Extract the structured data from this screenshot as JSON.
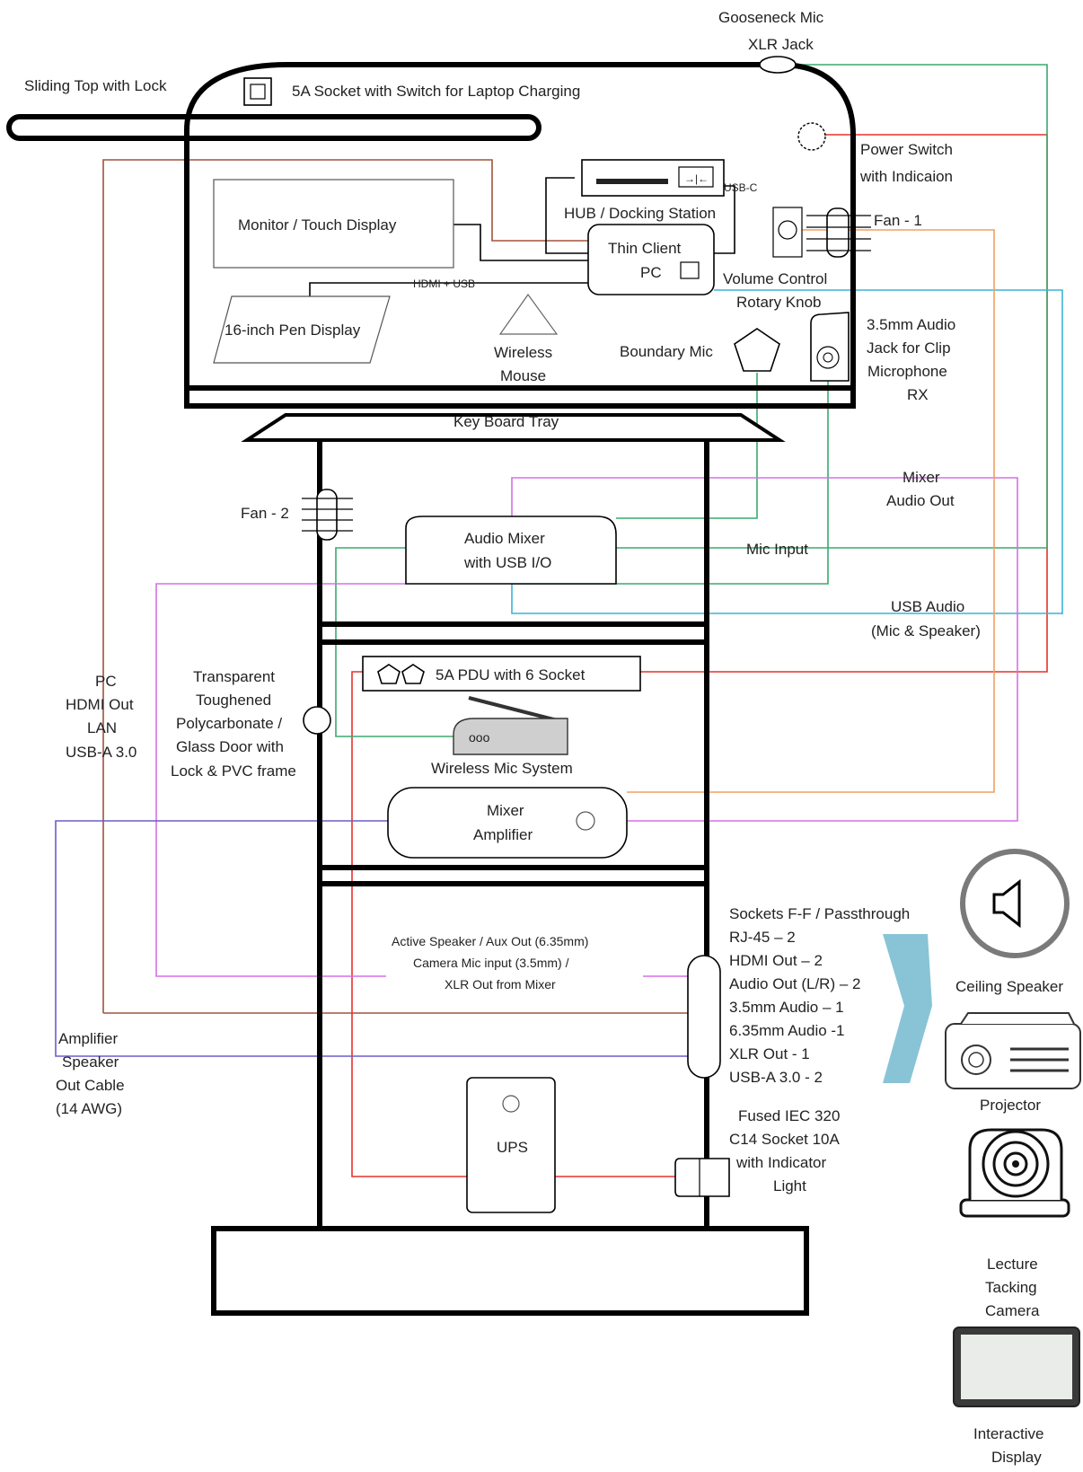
{
  "labels": {
    "gooseneck": [
      "Gooseneck Mic",
      "XLR Jack"
    ],
    "sliding_top": "Sliding Top with Lock",
    "socket_5a": "5A Socket with Switch for Laptop Charging",
    "power_switch": [
      "Power Switch",
      "with Indicaion"
    ],
    "hub": "HUB / Docking Station",
    "usb_c": "USB-C",
    "monitor": "Monitor / Touch Display",
    "thin_client": [
      "Thin Client",
      "PC"
    ],
    "fan1": "Fan - 1",
    "volume": [
      "Volume Control",
      "Rotary Knob"
    ],
    "hdmi_usb": "HDMI + USB",
    "pen_display": "16-inch Pen Display",
    "wireless_mouse": [
      "Wireless",
      "Mouse"
    ],
    "boundary_mic": "Boundary Mic",
    "audio_jack": [
      "3.5mm Audio",
      "Jack for Clip",
      "Microphone",
      "RX"
    ],
    "keyboard_tray": "Key Board Tray",
    "mixer_audio_out": [
      "Mixer",
      "Audio Out"
    ],
    "fan2": "Fan - 2",
    "audio_mixer": [
      "Audio Mixer",
      "with USB I/O"
    ],
    "mic_input": "Mic Input",
    "usb_audio": [
      "USB Audio",
      "(Mic & Speaker)"
    ],
    "pc_connections": [
      "PC",
      "HDMI Out",
      "LAN",
      "USB-A 3.0"
    ],
    "door": [
      "Transparent",
      "Toughened",
      "Polycarbonate /",
      "Glass Door with",
      "Lock & PVC frame"
    ],
    "pdu": "5A PDU with 6 Socket",
    "wireless_mic": "Wireless Mic System",
    "wireless_mic_dots": "ooo",
    "mixer_amp": [
      "Mixer",
      "Amplifier"
    ],
    "sockets": [
      "Sockets F-F / Passthrough",
      "RJ-45 – 2",
      "HDMI Out – 2",
      "Audio Out (L/R) – 2",
      "3.5mm Audio – 1",
      "6.35mm Audio -1",
      "XLR Out - 1",
      "USB-A 3.0 - 2"
    ],
    "active_speaker": [
      "Active Speaker / Aux Out (6.35mm)",
      "Camera Mic input (3.5mm) /",
      "XLR Out  from Mixer"
    ],
    "amp_cable": [
      "Amplifier",
      "Speaker",
      "Out Cable",
      "(14 AWG)"
    ],
    "ups": "UPS",
    "iec": [
      "Fused IEC 320",
      "C14 Socket 10A",
      "with Indicator",
      "Light"
    ],
    "ceiling_speaker": "Ceiling Speaker",
    "projector": "Projector",
    "camera": [
      "Lecture",
      "Tacking",
      "Camera"
    ],
    "interactive": [
      "Interactive",
      "Display"
    ]
  },
  "colors": {
    "power": "#e8312a",
    "green": "#3aaa6e",
    "cyan": "#3cb4d8",
    "magenta": "#d670e6",
    "orange": "#f0a060",
    "purple": "#6a5fc8",
    "brown": "#a0543c",
    "arrow": "#88c4d6"
  }
}
